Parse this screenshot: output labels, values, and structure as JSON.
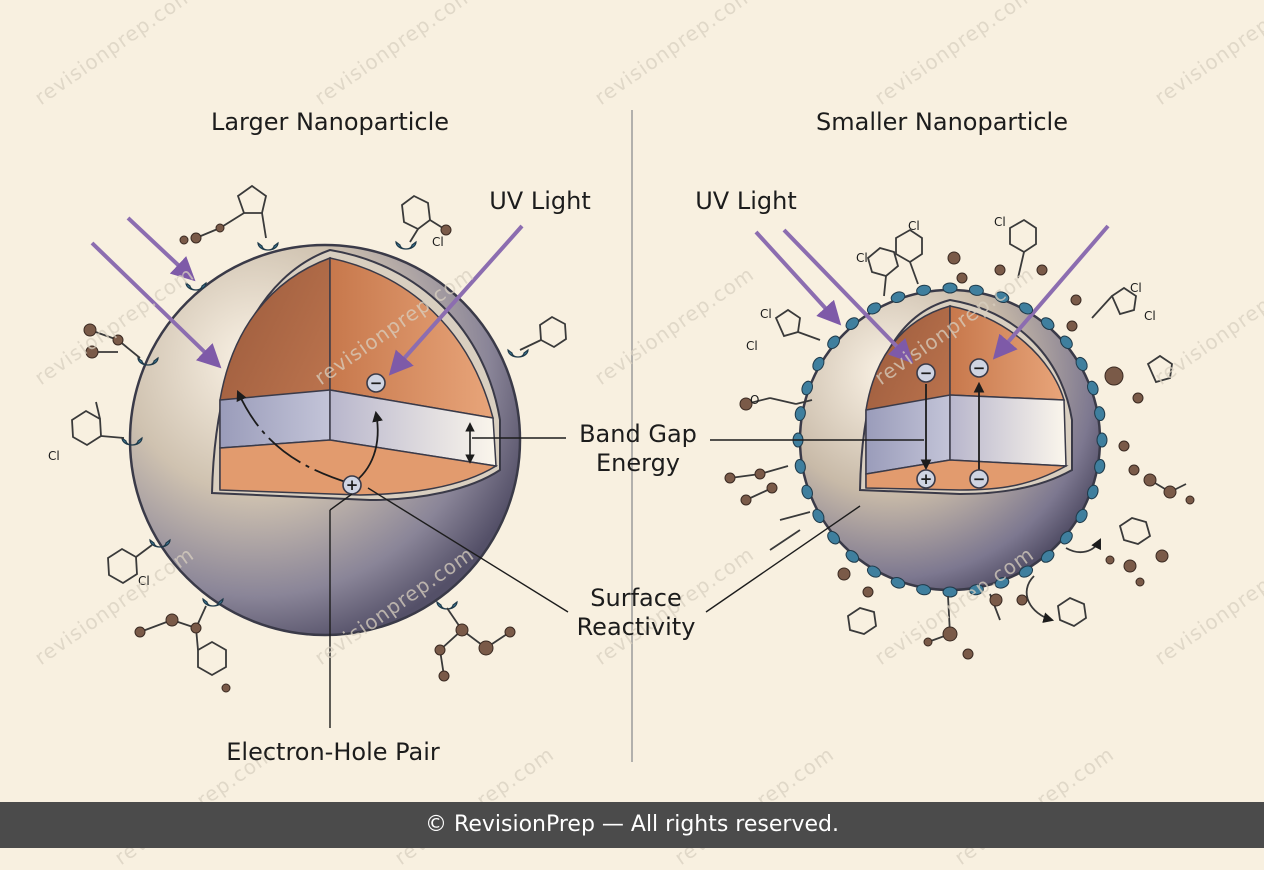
{
  "titles": {
    "left": "Larger Nanoparticle",
    "right": "Smaller Nanoparticle"
  },
  "labels": {
    "uv_left": "UV Light",
    "uv_right": "UV Light",
    "band_gap_line1": "Band Gap",
    "band_gap_line2": "Energy",
    "surface_line1": "Surface",
    "surface_line2": "Reactivity",
    "electron_hole": "Electron-Hole Pair"
  },
  "molecule_labels": {
    "cl": "Cl",
    "o": "O"
  },
  "charges": {
    "electron": "−",
    "hole": "+"
  },
  "watermark": {
    "text": "revisionprep.com"
  },
  "footer": {
    "text": "© RevisionPrep — All rights reserved."
  },
  "colors": {
    "background": "#f8f0e0",
    "core_orange": "#d8946a",
    "band_gap": "#a7a8c4",
    "shell": "#c9c0b4",
    "uv_arrow": "#8c6db0",
    "ligand_blue": "#3f7f9e",
    "atom": "#7a5a48",
    "footer_bg": "#4b4b4b"
  }
}
